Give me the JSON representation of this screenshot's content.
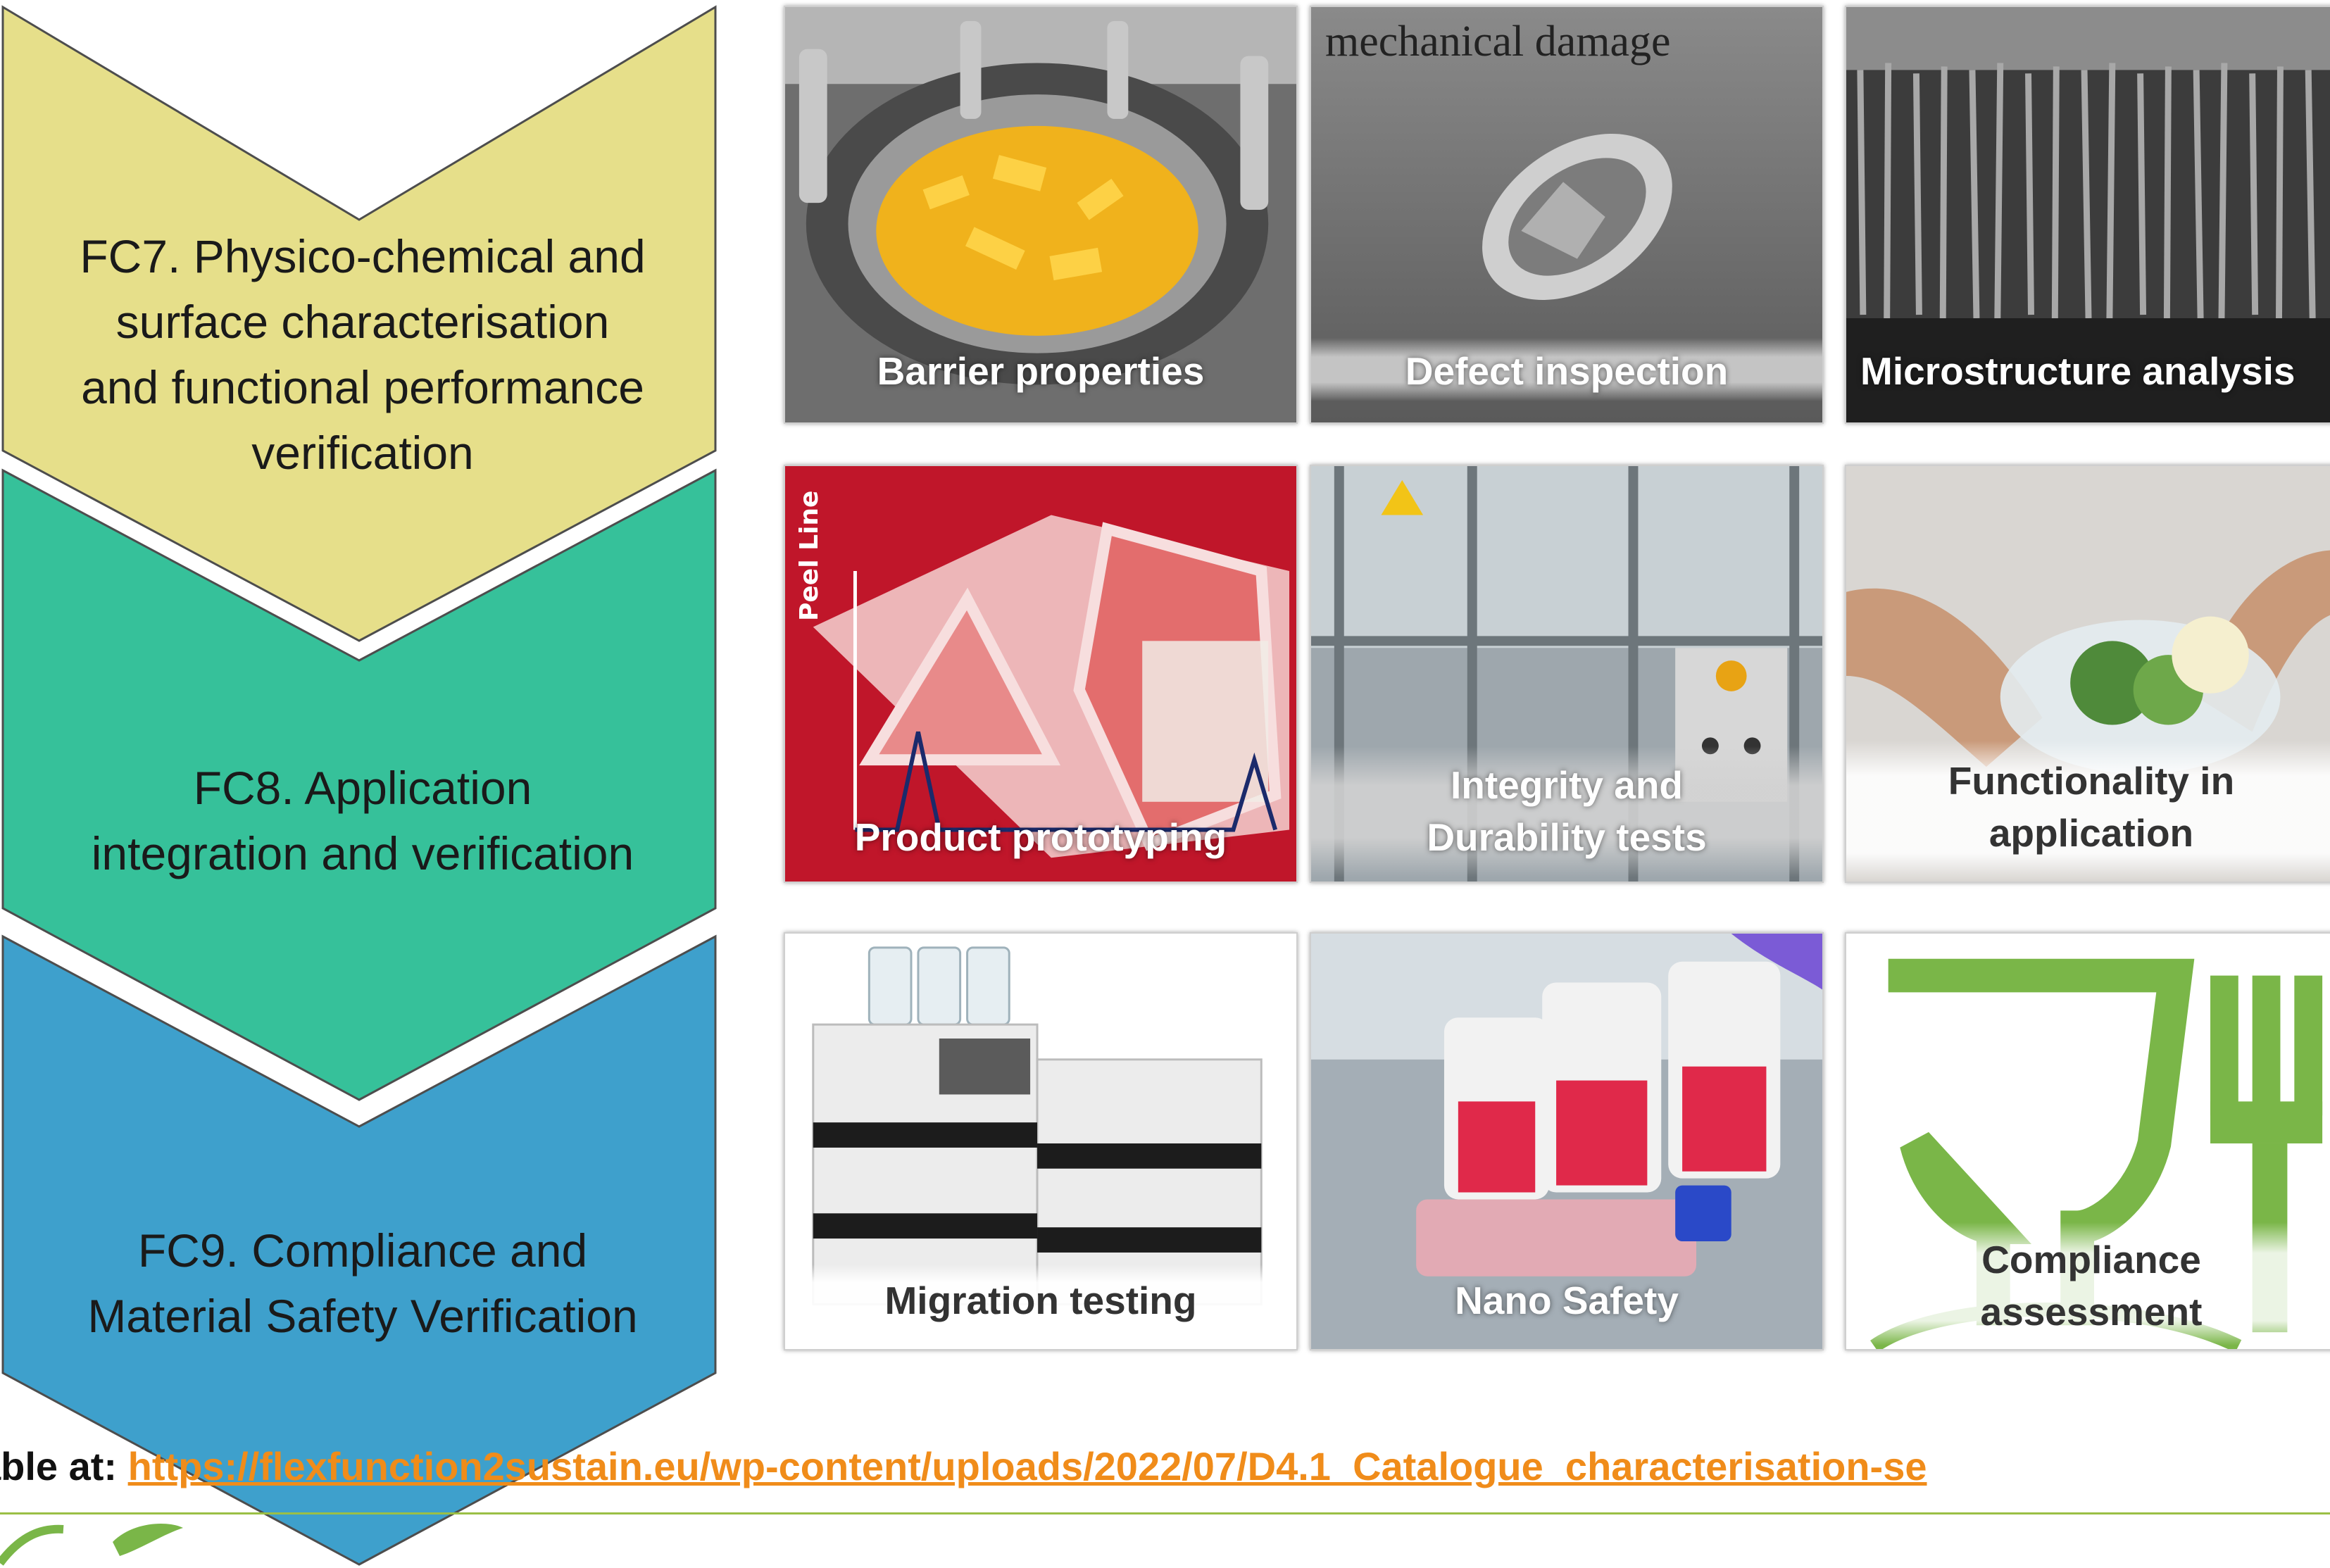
{
  "stages": [
    {
      "label": "FC7. Physico-chemical and\nsurface characterisation\nand functional performance\nverification",
      "color": "#e6df8a"
    },
    {
      "label": "FC8. Application\nintegration and verification",
      "color": "#36c19a"
    },
    {
      "label": "FC9. Compliance and\nMaterial Safety Verification",
      "color": "#3ea0cc"
    }
  ],
  "tiles": [
    {
      "caption": "Barrier properties"
    },
    {
      "caption": "Defect inspection",
      "overlay_text": "mechanical damage"
    },
    {
      "caption": "Microstructure analysis"
    },
    {
      "caption": "Product prototyping",
      "overlay_text": "Peel Line"
    },
    {
      "caption": "Integrity and\nDurability tests"
    },
    {
      "caption": "Functionality in\napplication"
    },
    {
      "caption": "Migration testing"
    },
    {
      "caption": "Nano Safety"
    },
    {
      "caption": "Compliance\nassessment"
    }
  ],
  "footer": {
    "prefix": "able at: ",
    "link": "https://flexfunction2sustain.eu/wp-content/uploads/2022/07/D4.1_Catalogue_characterisation-se"
  },
  "colors": {
    "link": "#f08c1a",
    "rule": "#9bbf45",
    "food_symbol": "#7ab648"
  }
}
